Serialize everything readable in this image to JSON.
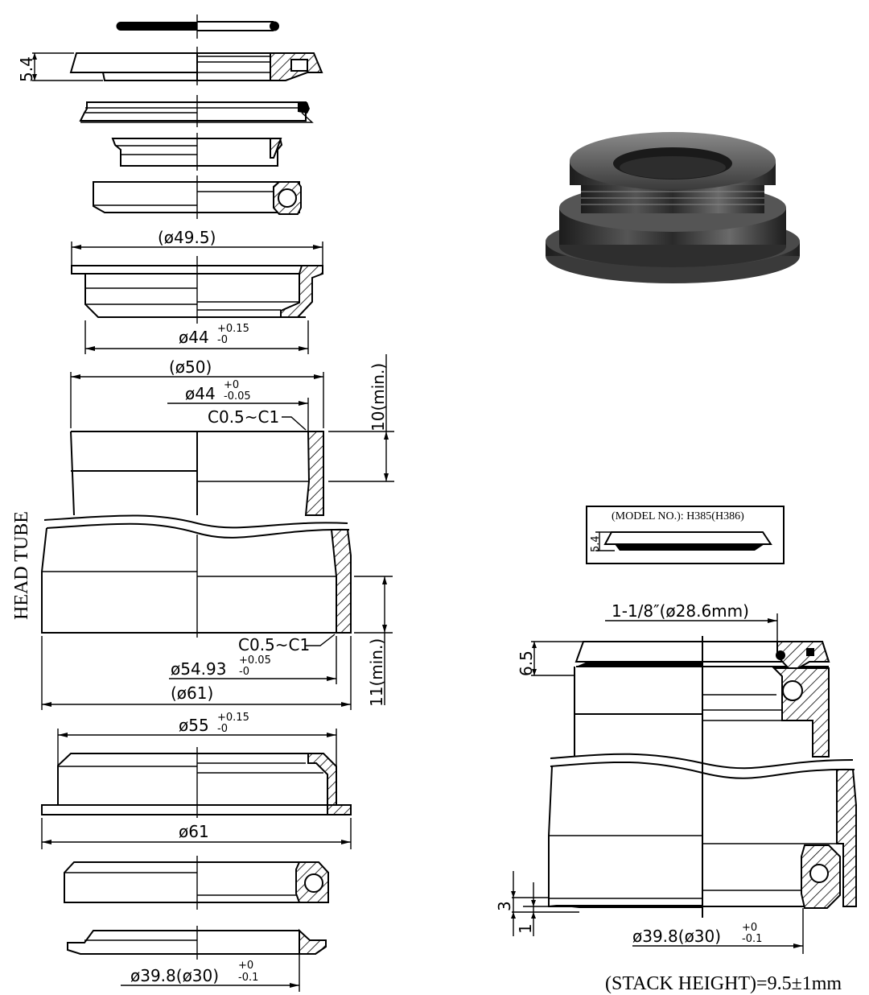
{
  "title": "Headset technical drawing",
  "model": {
    "label": "(MODEL NO.): H385(H386)",
    "height": "5.4"
  },
  "side_label": "HEAD TUBE",
  "exploded_view": {
    "top_cap_height": "5.4",
    "upper_cup": {
      "outer_dia": "(ø49.5)",
      "inner_dia": "ø44",
      "inner_tol_plus": "+0.15",
      "inner_tol_minus": "-0"
    },
    "head_tube_upper": {
      "outer_dia": "(ø50)",
      "bore_dia": "ø44",
      "bore_tol_plus": "+0",
      "bore_tol_minus": "-0.05",
      "chamfer": "C0.5~C1",
      "depth": "10(min.)"
    },
    "head_tube_lower": {
      "chamfer": "C0.5~C1",
      "bore_dia": "ø54.93",
      "bore_tol_plus": "+0.05",
      "bore_tol_minus": "-0",
      "outer_dia": "(ø61)",
      "depth": "11(min.)"
    },
    "lower_cup": {
      "inner_dia": "ø55",
      "inner_tol_plus": "+0.15",
      "inner_tol_minus": "-0",
      "flange_dia": "ø61"
    },
    "crown_race": {
      "dia": "ø39.8(ø30)",
      "tol_plus": "+0",
      "tol_minus": "-0.1"
    }
  },
  "assembly_view": {
    "steerer": "1-1/8″(ø28.6mm)",
    "top_height": "6.5",
    "bottom_dim_a": "3",
    "bottom_dim_b": "1",
    "crown_race_dia": "ø39.8(ø30)",
    "crown_race_tol_plus": "+0",
    "crown_race_tol_minus": "-0.1",
    "stack_height": "(STACK HEIGHT)=9.5±1mm"
  },
  "product_render": {
    "description": "black integrated headset 3D render",
    "color": "#2a2a2a"
  }
}
